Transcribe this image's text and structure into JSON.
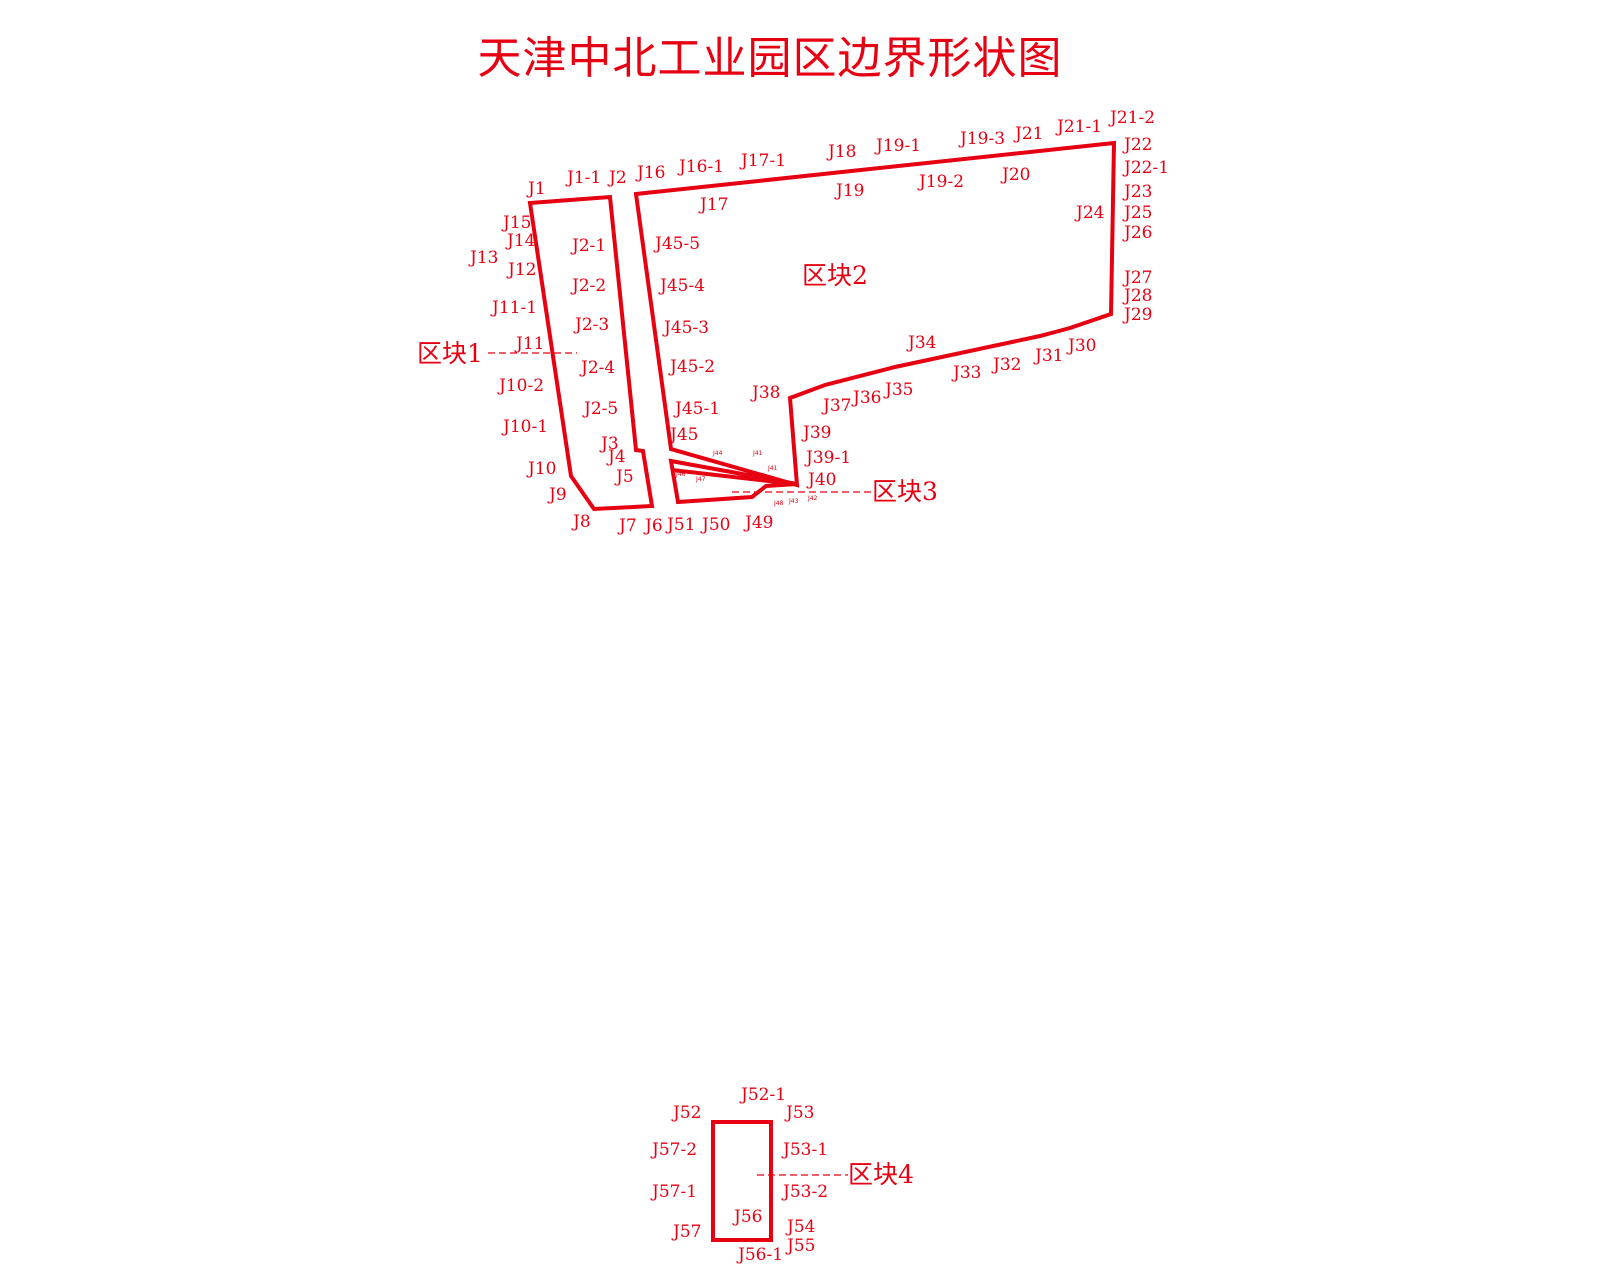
{
  "title": "天津中北工业园区边界形状图",
  "color": "#e60012",
  "blocks": [
    {
      "id": "b1",
      "label": "区块1"
    },
    {
      "id": "b2",
      "label": "区块2"
    },
    {
      "id": "b3",
      "label": "区块3"
    },
    {
      "id": "b4",
      "label": "区块4"
    }
  ],
  "points": [
    "J1",
    "J1-1",
    "J2",
    "J16",
    "J16-1",
    "J17-1",
    "J18",
    "J19-1",
    "J19-3",
    "J21",
    "J21-1",
    "J21-2",
    "J22",
    "J22-1",
    "J23",
    "J25",
    "J26",
    "J27",
    "J28",
    "J29",
    "J24",
    "J20",
    "J19-2",
    "J19",
    "J17",
    "J15",
    "J14",
    "J13",
    "J12",
    "J11-1",
    "J11",
    "J10-2",
    "J10-1",
    "J10",
    "J9",
    "J8",
    "J7",
    "J6",
    "J2-1",
    "J2-2",
    "J2-3",
    "J2-4",
    "J2-5",
    "J3",
    "J4",
    "J5",
    "J45-5",
    "J45-4",
    "J45-3",
    "J45-2",
    "J45-1",
    "J45",
    "J34",
    "J33",
    "J32",
    "J31",
    "J30",
    "J38",
    "J37",
    "J36",
    "J35",
    "J39",
    "J39-1",
    "J40",
    "J51",
    "J50",
    "J49",
    "J52",
    "J52-1",
    "J53",
    "J57-2",
    "J53-1",
    "J57-1",
    "J53-2",
    "J56",
    "J54",
    "J57",
    "J55",
    "J56-1"
  ],
  "tiny_points": [
    "J44",
    "J41",
    "J41",
    "J46",
    "J47",
    "J48",
    "J43",
    "J42"
  ]
}
